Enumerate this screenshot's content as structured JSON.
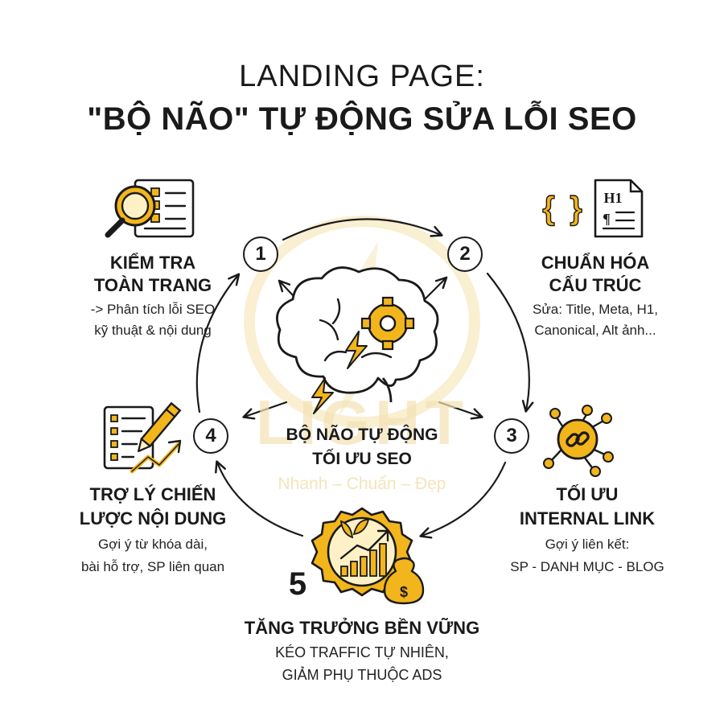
{
  "header": {
    "title_line1": "LANDING PAGE:",
    "title_line2": "\"BỘ NÃO\" TỰ ĐỘNG SỬA LỖI SEO"
  },
  "watermark": {
    "brand": "LIGHT",
    "slogan": "Nhanh – Chuẩn – Đẹp"
  },
  "center": {
    "line1": "BỘ NÃO TỰ ĐỘNG",
    "line2": "TỐI ƯU SEO"
  },
  "steps": [
    {
      "number": "1",
      "title_line1": "KIỂM TRA",
      "title_line2": "TOÀN TRANG",
      "desc_line1": "-> Phân tích lỗi SEO",
      "desc_line2": "kỹ thuật & nội dung",
      "icon": "magnifier-checklist-icon"
    },
    {
      "number": "2",
      "title_line1": "CHUẨN HÓA",
      "title_line2": "CẤU TRÚC",
      "desc_line1": "Sửa: Title, Meta, H1,",
      "desc_line2": "Canonical, Alt ảnh...",
      "icon": "code-document-icon",
      "icon_text_h1": "H1",
      "icon_text_pilcrow": "¶"
    },
    {
      "number": "3",
      "title_line1": "TỐI ƯU",
      "title_line2": "INTERNAL LINK",
      "desc_line1": "Gợi ý liên kết:",
      "desc_line2": "SP - DANH MỤC - BLOG",
      "icon": "link-network-icon"
    },
    {
      "number": "4",
      "title_line1": "TRỢ LÝ CHIẾN",
      "title_line2": "LƯỢC NỘI DUNG",
      "desc_line1": "Gợi ý từ khóa dài,",
      "desc_line2": "bài hỗ trợ, SP liên quan",
      "icon": "checklist-pencil-icon"
    },
    {
      "number": "5",
      "title_line1": "TĂNG TRƯỞNG BỀN VỮNG",
      "desc_line1": "KÉO TRAFFIC TỰ NHIÊN,",
      "desc_line2": "GIẢM PHỤ THUỘC ADS",
      "icon": "growth-chart-badge-icon",
      "icon_text_money": "$"
    }
  ],
  "colors": {
    "accent": "#f2b51c",
    "accent_light": "#fff1c6",
    "ink": "#1a1a1a",
    "watermark": "#f3e2b4"
  }
}
